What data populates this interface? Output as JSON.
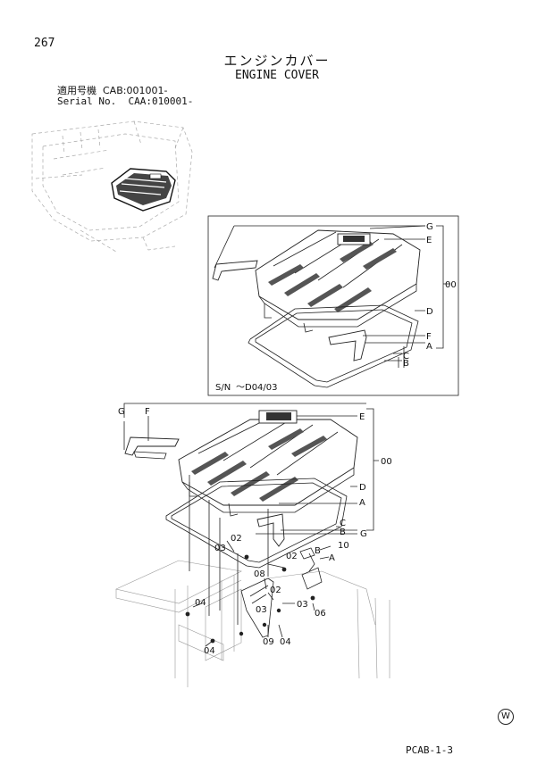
{
  "page": {
    "number": "267",
    "footer_code": "PCAB-1-3",
    "region_mark": "W"
  },
  "title": {
    "japanese": "エンジンカバー",
    "english": "ENGINE COVER"
  },
  "serial": {
    "jp_label": "適用号機",
    "jp_value": "CAB:001001-",
    "en_label": "Serial No.",
    "en_value": "CAA:010001-"
  },
  "inset": {
    "sn_label": "S/N",
    "sn_range": "～D04/03"
  },
  "callouts": {
    "G": "G",
    "E": "E",
    "F": "F",
    "D": "D",
    "A": "A",
    "B": "B",
    "C": "C",
    "assy_00": "00",
    "p02": "02",
    "p03": "03",
    "p04": "04",
    "p06": "06",
    "p08": "08",
    "p09": "09",
    "p10": "10"
  },
  "colors": {
    "line": "#222222",
    "hidden": "#aaaaaa",
    "paper": "#ffffff"
  }
}
